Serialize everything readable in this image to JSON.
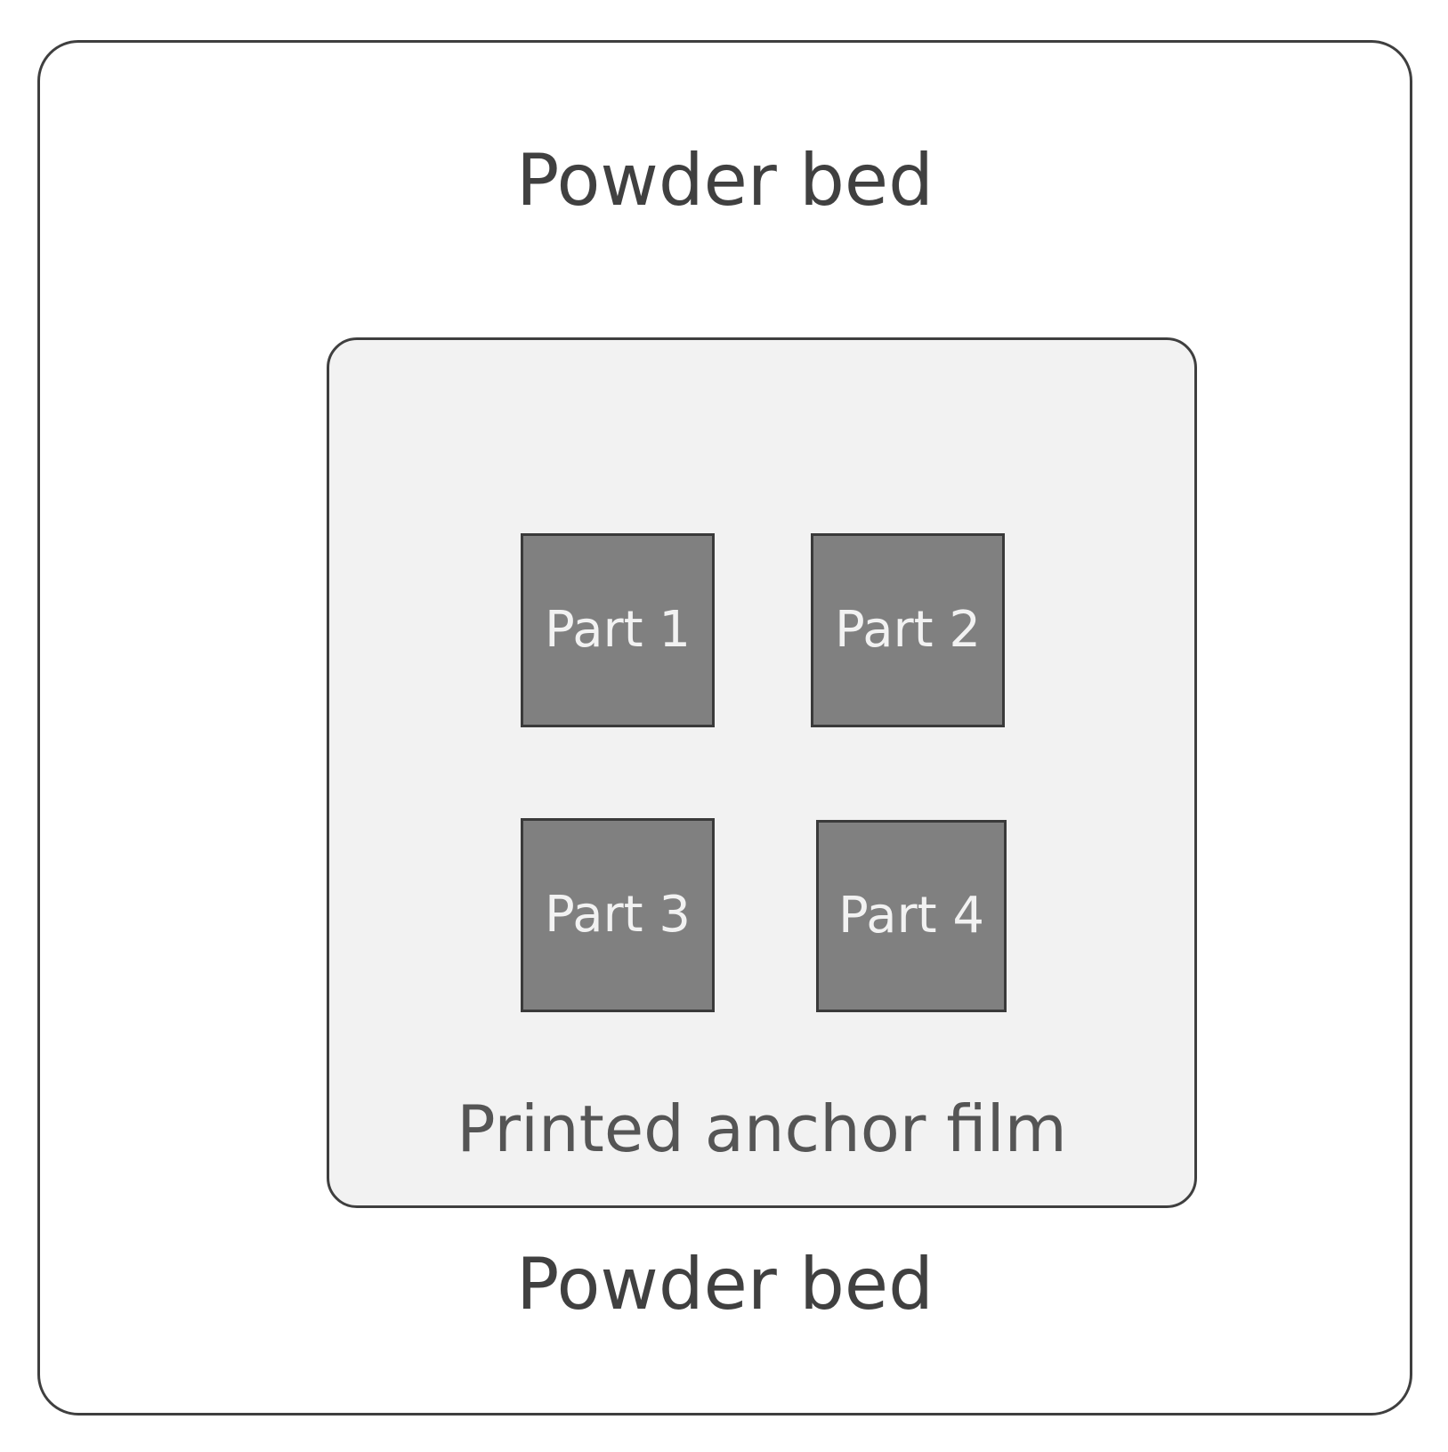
{
  "powder_bed": {
    "top_label": "Powder bed",
    "bottom_label": "Powder bed"
  },
  "anchor_film": {
    "label": "Printed anchor film"
  },
  "parts": [
    {
      "label": "Part 1"
    },
    {
      "label": "Part 2"
    },
    {
      "label": "Part 3"
    },
    {
      "label": "Part 4"
    }
  ],
  "colors": {
    "outline": "#3f3f3f",
    "film_fill": "#f2f2f2",
    "part_fill": "#808080",
    "part_text": "#f2f2f2"
  }
}
